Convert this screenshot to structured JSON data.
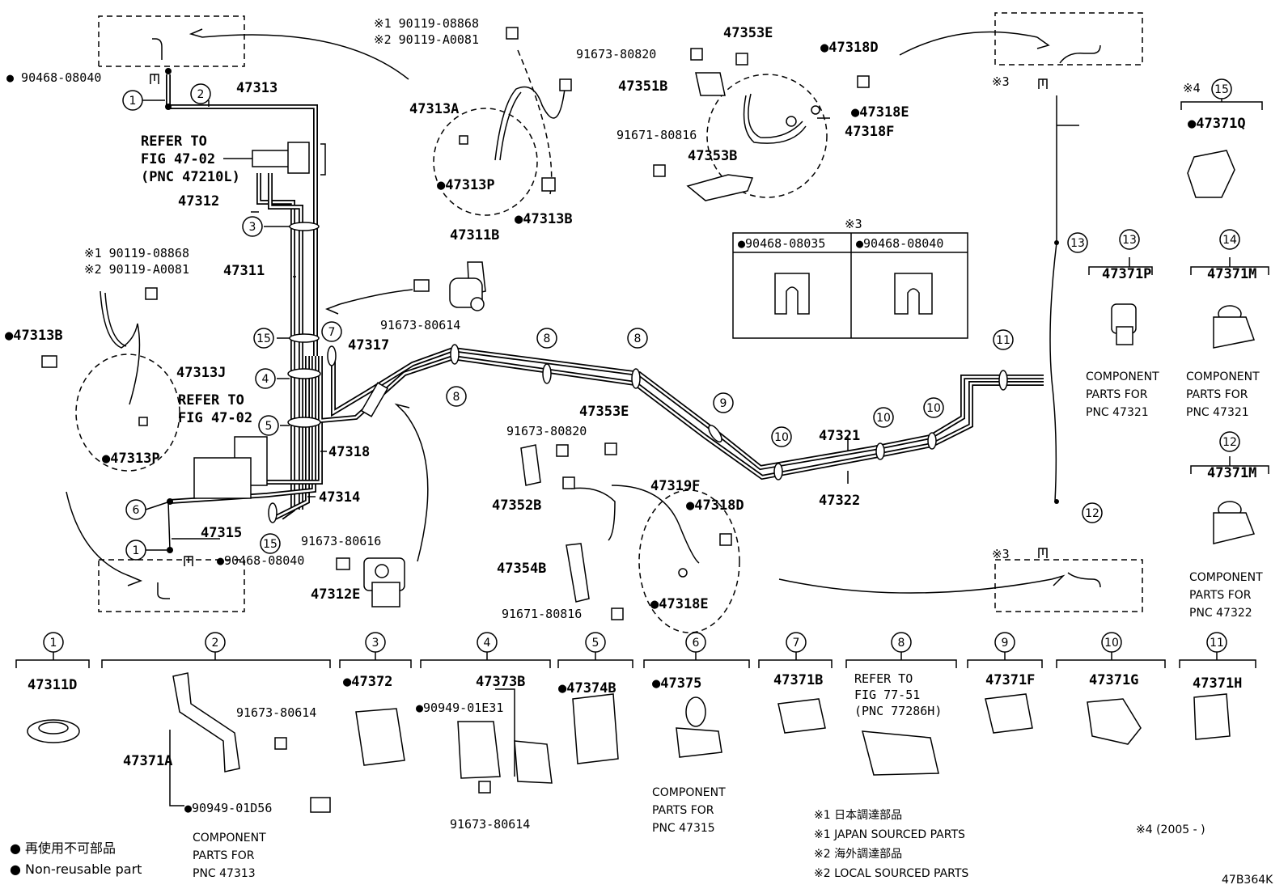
{
  "labels": {
    "p47313": "47313",
    "p47313A": "47313A",
    "p47313P_top": "●47313P",
    "p47313B_top": "●47313B",
    "p47311B": "47311B",
    "p91673_80614_a": "91673-80614",
    "p47312": "47312",
    "p47311": "47311",
    "p90468_08040_top": "● 90468-08040",
    "p90468_08040_bot": "●90468-08040",
    "p47313B_left": "●47313B",
    "p47313J": "47313J",
    "p47313P_left": "●47313P",
    "p47317": "47317",
    "p47318": "47318",
    "p47314": "47314",
    "p47315": "47315",
    "p91673_80616": "91673-80616",
    "p47312E": "47312E",
    "p47353E_top": "47353E",
    "p91673_80820_top": "91673-80820",
    "p47351B": "47351B",
    "p91671_80816_top": "91671-80816",
    "p47353B": "47353B",
    "p47318D_top": "●47318D",
    "p47318E_top": "●47318E",
    "p47318F": "47318F",
    "p47353E_mid": "47353E",
    "p91673_80820_mid": "91673-80820",
    "p47352B": "47352B",
    "p47319F": "47319F",
    "p47318D_mid": "●47318D",
    "p47354B": "47354B",
    "p47318E_mid": "●47318E",
    "p91671_80816_mid": "91671-80816",
    "p47321": "47321",
    "p47322": "47322",
    "x1_a": "※1 90119-08868",
    "x2_a": "※2 90119-A0081",
    "x1_b": "※1 90119-08868",
    "x2_b": "※2 90119-A0081",
    "x3_top": "※3",
    "x3_right": "※3",
    "x3_bot": "※3",
    "x4_15": "※4",
    "refer_a": [
      "REFER TO",
      "FIG 47-02",
      "(PNC 47210L)"
    ],
    "refer_b": [
      "REFER TO",
      "FIG 47-02"
    ],
    "table_h1": "●90468-08035",
    "table_h2": "●90468-08040",
    "p47371Q": "●47371Q",
    "p47371P": "47371P",
    "p47371M_14": "47371M",
    "p47371M_12": "47371M",
    "comp_47321_a": [
      "COMPONENT",
      "PARTS FOR",
      "PNC 47321"
    ],
    "comp_47321_b": [
      "COMPONENT",
      "PARTS FOR",
      "PNC 47321"
    ],
    "comp_47322": [
      "COMPONENT",
      "PARTS FOR",
      "PNC 47322"
    ]
  },
  "legend_row": [
    {
      "num": "1",
      "part": "47311D"
    },
    {
      "num": "2",
      "part": "47371A"
    },
    {
      "num": "3",
      "part": "●47372"
    },
    {
      "num": "4",
      "part": "47373B"
    },
    {
      "num": "5",
      "part": "●47374B"
    },
    {
      "num": "6",
      "part": "●47375"
    },
    {
      "num": "7",
      "part": "47371B"
    },
    {
      "num": "8",
      "part": ""
    },
    {
      "num": "9",
      "part": "47371F"
    },
    {
      "num": "10",
      "part": "47371G"
    },
    {
      "num": "11",
      "part": "47371H"
    }
  ],
  "legend_extra": {
    "n2_bolt": "91673-80614",
    "n2_clip": "●90949-01D56",
    "n2_comp": [
      "COMPONENT",
      "PARTS FOR",
      "PNC 47313"
    ],
    "n4_clip": "●90949-01E31",
    "n4_bolt": "91673-80614",
    "n6_comp": [
      "COMPONENT",
      "PARTS FOR",
      "PNC 47315"
    ],
    "n8_refer": [
      "REFER TO",
      "FIG 77-51",
      "(PNC 77286H)"
    ]
  },
  "bottom_notes": {
    "key_jp": "● 再使用不可部品",
    "key_en": "● Non-reusable part",
    "n1_jp": "※1 日本調達部品",
    "n1_en": "※1 JAPAN SOURCED PARTS",
    "n2_jp": "※2 海外調達部品",
    "n2_en": "※2 LOCAL SOURCED PARTS",
    "n4": "※4 (2005 -     )",
    "fig_code": "47B364K"
  }
}
